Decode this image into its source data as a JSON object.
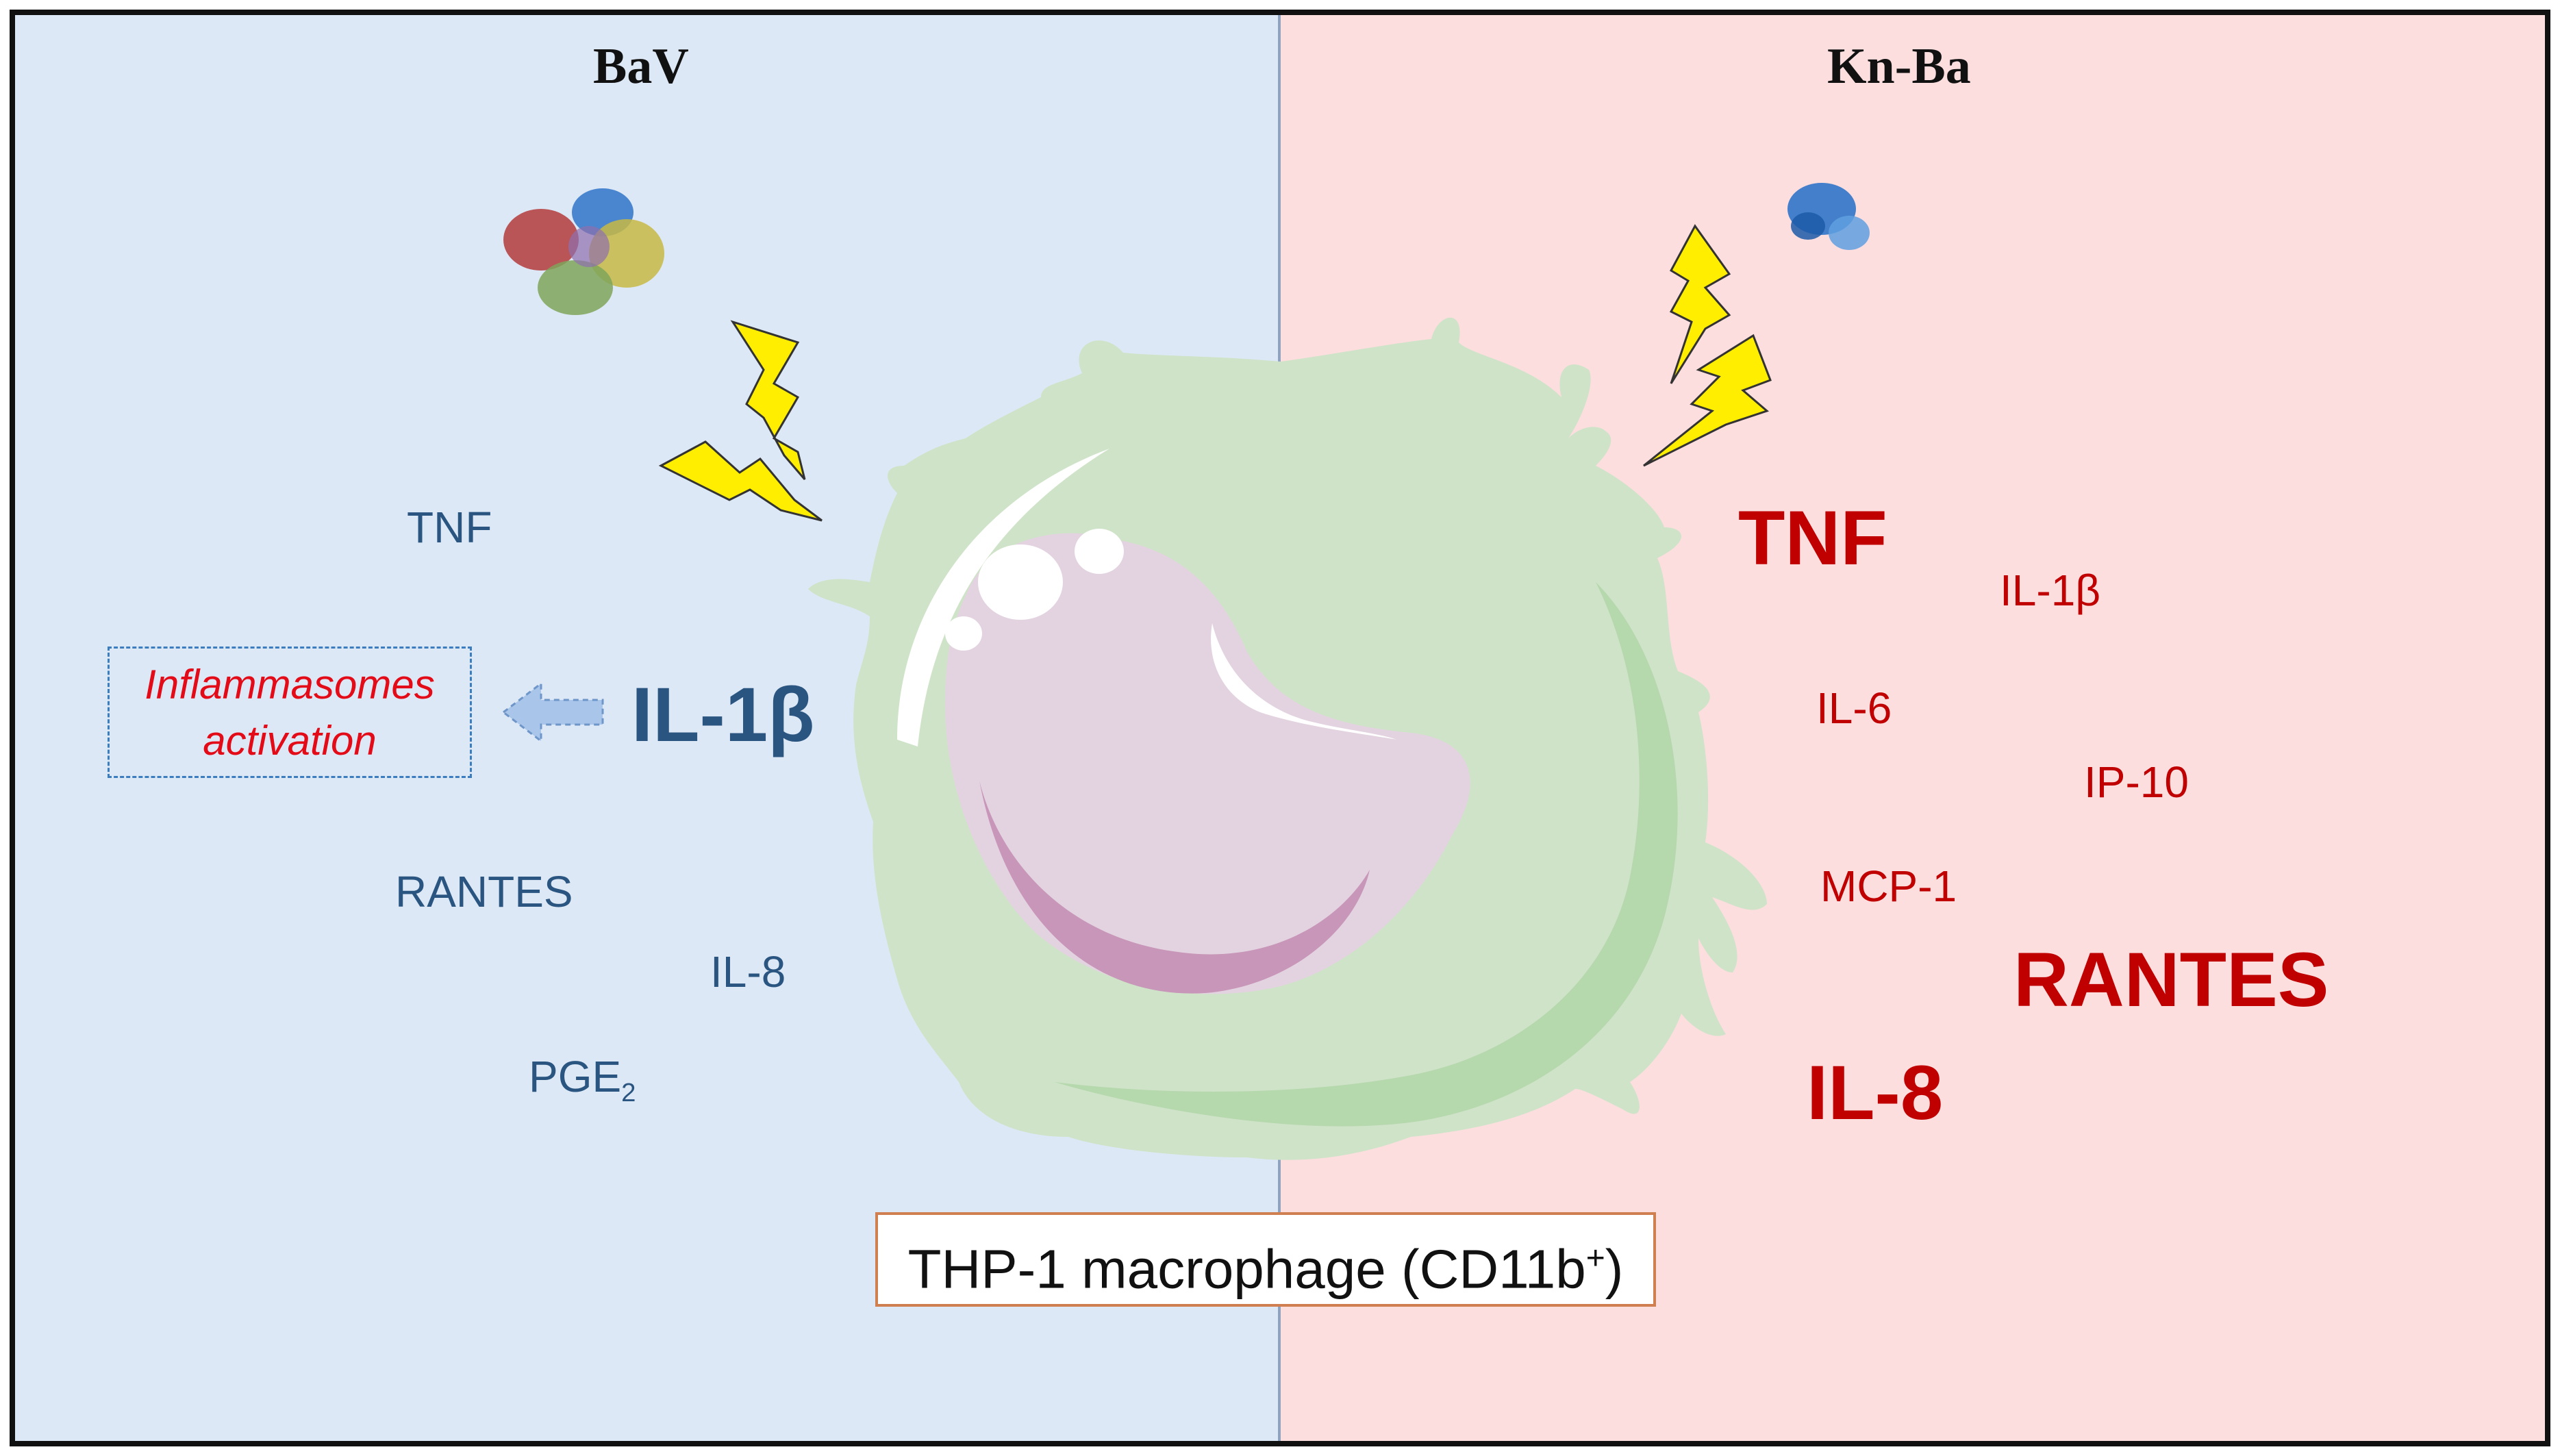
{
  "panels": {
    "left": {
      "heading": "BaV"
    },
    "right": {
      "heading": "Kn-Ba"
    }
  },
  "left_labels": {
    "tnf": "TNF",
    "il1b": "IL-1β",
    "rantes": "RANTES",
    "il8": "IL-8",
    "pge2_base": "PGE",
    "pge2_sub": "2"
  },
  "inflammasome": {
    "line1": "Inflammasomes",
    "line2": "activation"
  },
  "right_labels": {
    "tnf": "TNF",
    "il1b": "IL-1β",
    "il6": "IL-6",
    "ip10": "IP-10",
    "mcp1": "MCP-1",
    "rantes": "RANTES",
    "il8": "IL-8"
  },
  "caption": {
    "text_pre": "THP-1 macrophage (CD11b",
    "sup": "+",
    "text_post": ")"
  },
  "colors": {
    "left_panel_bg": "#dde8f6",
    "right_panel_bg": "#fcdedf",
    "blue_text": "#2a5580",
    "red_text": "#c00000",
    "inflammasome_text": "#e30b17",
    "cell_body": "#cfe3c8",
    "nucleus": "#e3d3e0",
    "lightning": "#ffee00"
  }
}
